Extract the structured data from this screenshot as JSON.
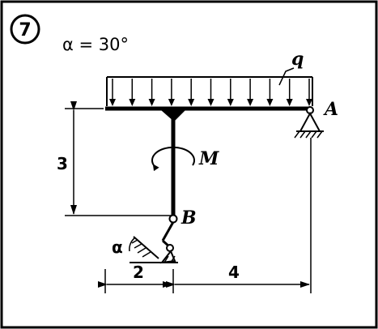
{
  "problem": {
    "number": "7",
    "angle_label": "α = 30°"
  },
  "labels": {
    "load": "q",
    "moment": "M",
    "point_a": "A",
    "point_b": "B",
    "angle": "α"
  },
  "dimensions": {
    "height": "3",
    "left_span": "2",
    "right_span": "4"
  }
}
